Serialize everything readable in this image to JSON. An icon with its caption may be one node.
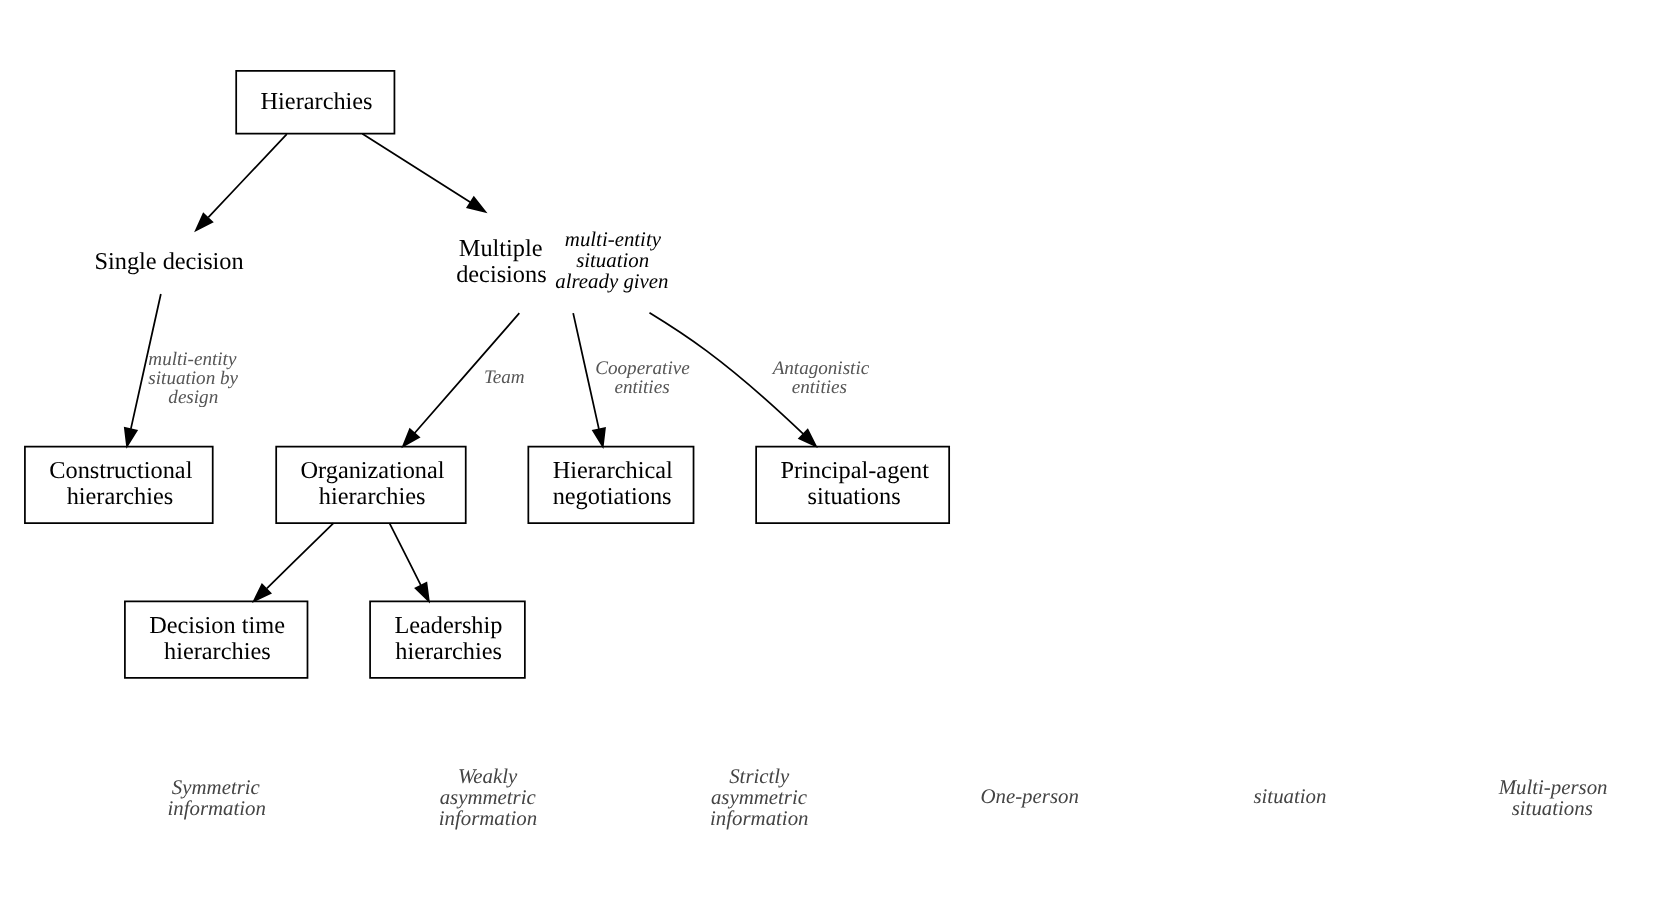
{
  "diagram": {
    "nodes": [
      {
        "text": [
          "Hierarchies"
        ]
      },
      {
        "text": [
          "Single decision"
        ]
      },
      {
        "text": [
          "Multiple decisions"
        ],
        "beside": [
          "multi-entity situation already given"
        ]
      },
      {
        "text": [
          "Constructional hierarchies"
        ]
      },
      {
        "text": [
          "Organizational hierarchies"
        ]
      },
      {
        "text": [
          "Hierarchical negotiations"
        ]
      },
      {
        "text": [
          "Principal-agent situations"
        ]
      },
      {
        "text": [
          "Decision time hierarchies"
        ]
      },
      {
        "text": [
          "Leadership hierarchies"
        ]
      }
    ],
    "edges": [
      {
        "from": 0,
        "to": 1,
        "arrow": "to"
      },
      {
        "from": 0,
        "to": 2,
        "arrow": "to"
      },
      {
        "from": 1,
        "to": 3,
        "arrow": "to",
        "label": "multi-entity situation by design"
      },
      {
        "from": 2,
        "to": 4,
        "arrow": "to",
        "label": "Team"
      },
      {
        "from": 2,
        "to": 5,
        "arrow": "to",
        "label": "Cooperative entities"
      },
      {
        "from": 2,
        "to": 6,
        "arrow": "to",
        "label": "Antagonistic entities"
      },
      {
        "from": 4,
        "to": 7,
        "arrow": "to"
      },
      {
        "from": 4,
        "to": 8,
        "arrow": "to"
      }
    ],
    "labels": [
      "Symmetric information",
      "Weakly asymmetric information",
      "Strictly asymmetric information",
      "One-person",
      "situation",
      "Multi-person situations"
    ]
  }
}
